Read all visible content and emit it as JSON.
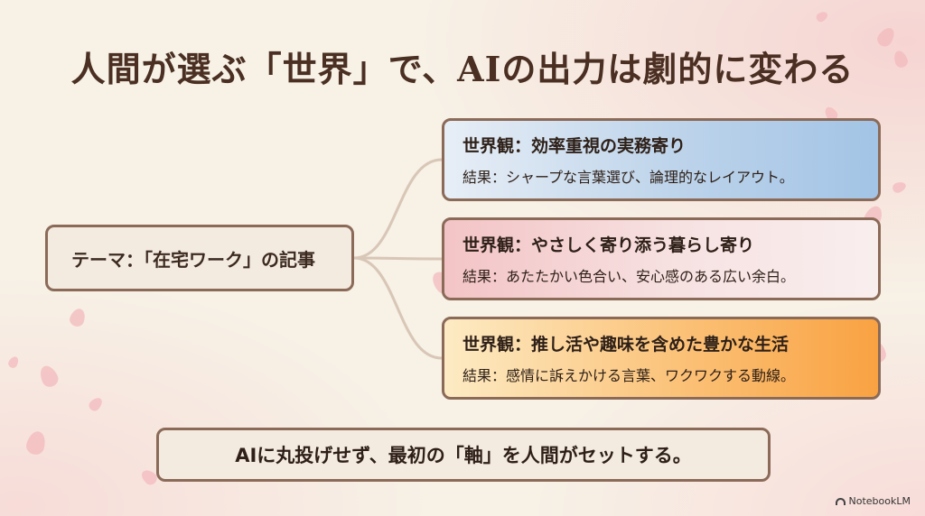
{
  "title": "人間が選ぶ「世界」で、AIの出力は劇的に変わる",
  "theme": {
    "label": "テーマ：「在宅ワーク」の記事"
  },
  "worldviews": [
    {
      "heading": "世界観：効率重視の実務寄り",
      "result": "結果：シャープな言葉選び、論理的なレイアウト。"
    },
    {
      "heading": "世界観：やさしく寄り添う暮らし寄り",
      "result": "結果：あたたかい色合い、安心感のある広い余白。"
    },
    {
      "heading": "世界観：推し活や趣味を含めた豊かな生活",
      "result": "結果：感情に訴えかける言葉、ワクワクする動線。"
    }
  ],
  "conclusion": "AIに丸投げせず、最初の「軸」を人間がセットする。",
  "brand": "NotebookLM",
  "colors": {
    "title_text": "#4a2f22",
    "box_border": "#8b6a58",
    "connector": "#d8c6b6",
    "worldview_1_accent": "#a3c4e6",
    "worldview_2_accent": "#f3c4c6",
    "worldview_3_accent": "#f9a242",
    "petal": "#f3b9bd",
    "background": "#f7f1e6"
  },
  "icons": {
    "decoration": "cherry-blossom-petal-icon",
    "brand": "notebooklm-logo-icon"
  }
}
